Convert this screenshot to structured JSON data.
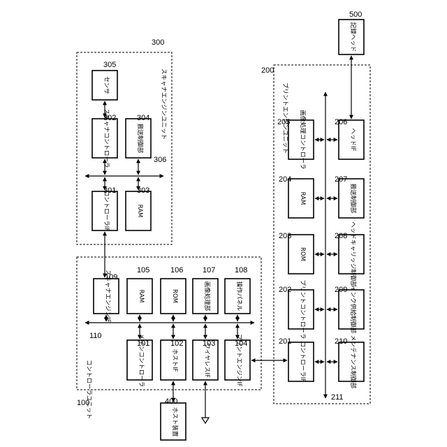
{
  "diagram": {
    "controller_unit": {
      "ref": "100",
      "label": "コントローラユニット",
      "bus_ref": "110",
      "main_controller": {
        "ref": "101",
        "label": "メインコントローラ"
      },
      "host_if": {
        "ref": "102",
        "label": "ホストIF"
      },
      "wireless": {
        "ref": "103",
        "label": "ワイヤレスIF"
      },
      "print_engine_if": {
        "ref": "104",
        "label": "プリントエンジンIF"
      },
      "ram": {
        "ref": "105",
        "label": "RAM"
      },
      "rom": {
        "ref": "106",
        "label": "ROM"
      },
      "image_processor": {
        "ref": "107",
        "label": "画像処理部"
      },
      "operation_panel": {
        "ref": "108",
        "label": "操作パネル"
      },
      "scanner_engine_if": {
        "ref": "109",
        "label": "スキャナエンジンIF"
      }
    },
    "print_engine_unit": {
      "ref": "200",
      "label": "プリントエンジンユニット",
      "bus_ref": "211",
      "controller_if": {
        "ref": "201",
        "label": "コントローラIF"
      },
      "print_controller": {
        "ref": "202",
        "label": "プリントコントローラ"
      },
      "rom": {
        "ref": "203",
        "label": "ROM"
      },
      "ram": {
        "ref": "204",
        "label": "RAM"
      },
      "image_processing_controller": {
        "ref": "205",
        "label": "画像処理コントローラ"
      },
      "head_if": {
        "ref": "206",
        "label": "ヘッドIF"
      },
      "conveyance_controller": {
        "ref": "207",
        "label": "搬送制御部"
      },
      "head_carriage_controller": {
        "ref": "208",
        "label": "ヘッドキャリッジ制御部"
      },
      "ink_supply_controller": {
        "ref": "209",
        "label": "インク供給制御部"
      },
      "maintenance_controller": {
        "ref": "210",
        "label": "メンテナンス制御部"
      }
    },
    "scanner_engine_unit": {
      "ref": "300",
      "label": "スキャナエンジンユニット",
      "bus_ref": "306",
      "controller_if": {
        "ref": "301",
        "label": "コントローラIF"
      },
      "scanner_controller": {
        "ref": "302",
        "label": "スキャナコントローラ"
      },
      "ram": {
        "ref": "303",
        "label": "RAM"
      },
      "conveyance_controller": {
        "ref": "304",
        "label": "搬送制御部"
      },
      "sensor": {
        "ref": "305",
        "label": "センサ"
      }
    },
    "host_device": {
      "ref": "400",
      "label": "ホスト装置"
    },
    "recording_head": {
      "ref": "500",
      "label": "記録ヘッド"
    }
  }
}
